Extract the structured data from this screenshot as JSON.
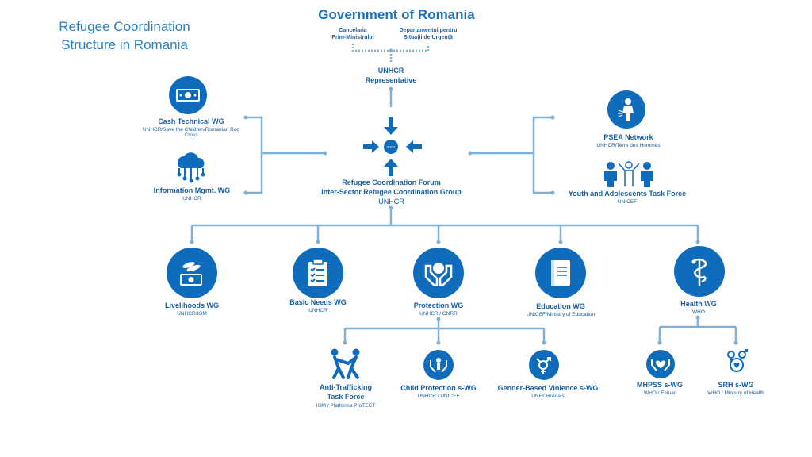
{
  "page_title": "Refugee Coordination\nStructure in Romania",
  "page_title_line1": "Refugee Coordination",
  "page_title_line2": "Structure in Romania",
  "government": {
    "title": "Government of Romania",
    "left_line1": "Cancelaria",
    "left_line2": "Prim-Ministrului",
    "right_line1": "Departamentul pentru",
    "right_line2": "Situații de Urgență"
  },
  "representative": {
    "line1": "UNHCR",
    "line2": "Representative"
  },
  "forum": {
    "line1": "Refugee Coordination Forum",
    "line2": "Inter-Sector Refugee Coordination Group",
    "line3": "UNHCR",
    "center_label": "ISCG"
  },
  "left_groups": [
    {
      "name": "Cash Technical WG",
      "sub1": "UNHCR/Save the Children/Romanian Red",
      "sub2": "Cross",
      "icon": "cash-icon"
    },
    {
      "name": "Information Mgmt. WG",
      "sub1": "UNHCR",
      "icon": "cloud-network-icon"
    }
  ],
  "right_groups": [
    {
      "name": "PSEA Network",
      "sub1": "UNHCR/Terre des Hommes",
      "icon": "person-shield-icon"
    },
    {
      "name": "Youth and Adolescents Task Force",
      "sub1": "UNICEF",
      "icon": "youth-group-icon"
    }
  ],
  "sectors": [
    {
      "name": "Livelihoods WG",
      "sub": "UNHCR/IOM",
      "icon": "livelihoods-icon"
    },
    {
      "name": "Basic Needs WG",
      "sub": "UNHCR",
      "icon": "clipboard-icon"
    },
    {
      "name": "Protection WG",
      "sub": "UNHCR / CNRR",
      "icon": "protection-hands-icon"
    },
    {
      "name": "Education WG",
      "sub": "UNICEF/Ministry of Education",
      "icon": "book-icon"
    },
    {
      "name": "Health WG",
      "sub": "WHO",
      "icon": "health-caduceus-icon"
    }
  ],
  "protection_subgroups": [
    {
      "name1": "Anti-Trafficking",
      "name2": "Task Force",
      "sub": "IOM / Platforma ProTECT",
      "icon": "anti-trafficking-icon"
    },
    {
      "name": "Child Protection s-WG",
      "sub": "UNHCR / UNICEF",
      "icon": "child-protection-icon"
    },
    {
      "name": "Gender-Based Violence s-WG",
      "sub": "UNHCR/Anais",
      "icon": "gender-icon"
    }
  ],
  "health_subgroups": [
    {
      "name": "MHPSS s-WG",
      "sub": "WHO / Estuar",
      "icon": "mental-health-icon"
    },
    {
      "name": "SRH s-WG",
      "sub": "WHO / Ministry of Health",
      "icon": "srh-icon"
    }
  ],
  "colors": {
    "primary": "#0f6cbd",
    "line": "#7fb0d8",
    "text": "#1a5fa0",
    "title": "#2c7fbf"
  }
}
